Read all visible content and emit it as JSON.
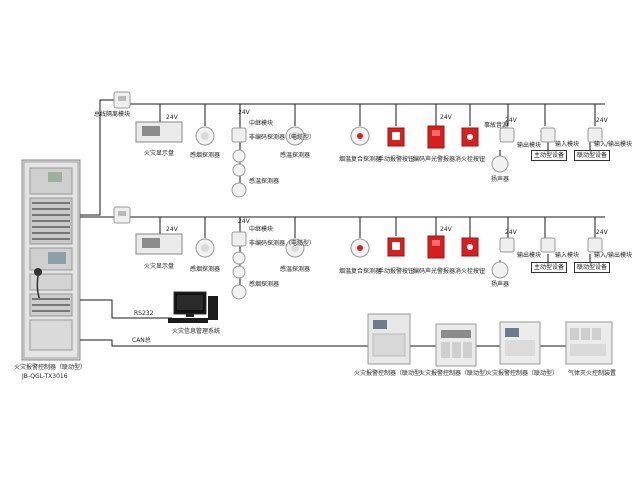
{
  "colors": {
    "wire": "#1a1a1a",
    "cabinet": "#d4d4d4",
    "red": "#d62020",
    "device": "#eeeeee"
  },
  "panel": {
    "name": "火灾报警控制器（联动型）",
    "model": "JB-QGL-TX3016"
  },
  "buses": [
    {
      "isolator": "总线隔离模块",
      "display_24v": "24V",
      "display": "火灾显示盘",
      "smoke": "感烟探测器",
      "relay_24v": "24V",
      "relay": "中继模块",
      "nonaddr_detector": "非编码探测器（电缆型）",
      "smoke2": "感温探测器",
      "heat": "感温探测器",
      "composite": "烟温复合探测器",
      "manual": "手动报警按钮",
      "sound_light_24v": "24V",
      "sound_light": "编码声光警报器",
      "hydrant": "消火栓按钮",
      "broadcast_24v": "24V",
      "broadcast": "事故音源",
      "output": "输出模块",
      "speaker": "扬声器",
      "input": "输入模块",
      "active_device": "主动型设备",
      "io_24v": "24V",
      "io": "输入/输出模块",
      "linkage_device": "联动型设备"
    },
    {
      "isolator": "总线隔离模块",
      "display_24v": "24V",
      "display": "火灾显示盘",
      "smoke": "感烟探测器",
      "relay_24v": "24V",
      "relay": "中继模块",
      "nonaddr_detector": "非编码探测器（电缆型）",
      "smoke2": "感烟探测器",
      "heat": "感温探测器",
      "composite": "烟温复合探测器",
      "manual": "手动报警按钮",
      "sound_light_24v": "24V",
      "sound_light": "编码声光警报器",
      "hydrant": "消火栓按钮",
      "broadcast_24v": "24V",
      "broadcast": "输出模块",
      "output": "",
      "speaker": "扬声器",
      "input": "输入模块",
      "active_device": "主动型设备",
      "io_24v": "24V",
      "io": "输入/输出模块",
      "linkage_device": "联动型设备"
    }
  ],
  "rs232": "RS232",
  "pc": "火灾信息管理系统",
  "can": "CAN总",
  "controllers": [
    "火灾报警控制器（联动型）",
    "火灾报警控制器（联动型）",
    "火灾报警控制器（联动型）",
    "气体灭火控制装置"
  ]
}
